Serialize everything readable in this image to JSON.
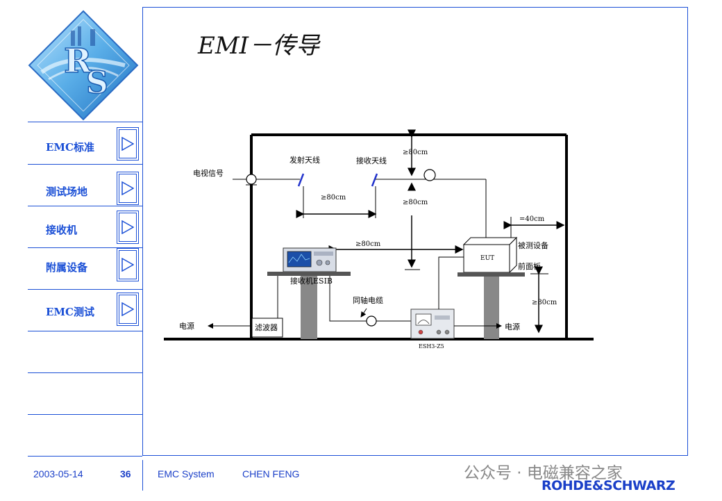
{
  "slide": {
    "title": "EMI－传导"
  },
  "sidebar": {
    "items": [
      {
        "label": "EMC标准"
      },
      {
        "label": "测试场地"
      },
      {
        "label": "接收机"
      },
      {
        "label": "附属设备"
      },
      {
        "label": "EMC测试"
      }
    ]
  },
  "diagram": {
    "labels": {
      "tv_signal": "电视信号",
      "tx_antenna": "发射天线",
      "rx_antenna": "接收天线",
      "dist_antennas": "≥80cm",
      "dist_top": "≥80cm",
      "dist_mid": "≥80cm",
      "dist_receiver_eut": "≥80cm",
      "dist_side": "=40cm",
      "dist_table_height": "≥80cm",
      "eut": "EUT",
      "eut_name": "被测设备",
      "front_panel": "前面板",
      "receiver": "接收机ESIB",
      "coax": "同轴电缆",
      "power_left": "电源",
      "power_right": "电源",
      "filter": "滤波器",
      "lisn": "ESH3-Z5"
    }
  },
  "footer": {
    "date": "2003-05-14",
    "page": "36",
    "system": "EMC System",
    "author": "CHEN FENG",
    "watermark": "公众号 · 电磁兼容之家",
    "brand": "ROHDE&SCHWARZ"
  },
  "colors": {
    "accent": "#1a4fd6",
    "antenna": "#2233cc"
  }
}
